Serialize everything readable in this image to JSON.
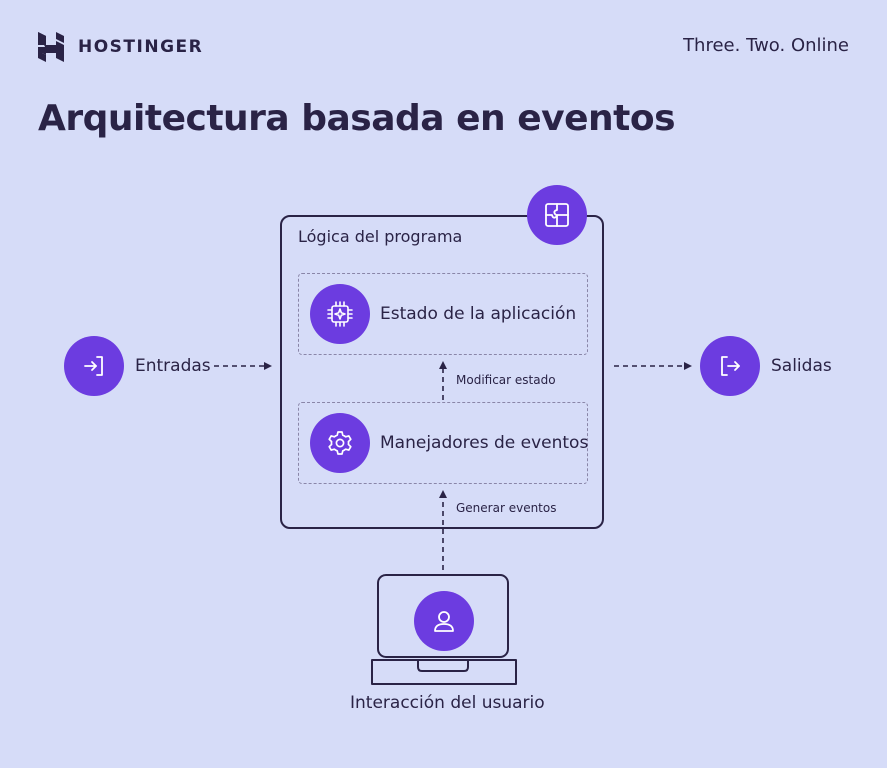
{
  "brand": {
    "name": "HOSTINGER",
    "tagline": "Three. Two. Online"
  },
  "title": "Arquitectura basada en eventos",
  "diagram": {
    "program_logic": "Lógica del programa",
    "app_state": "Estado de la aplicación",
    "event_handlers": "Manejadores de eventos",
    "inputs": "Entradas",
    "outputs": "Salidas",
    "modify_state": "Modificar estado",
    "generate_events": "Generar eventos",
    "user_interaction": "Interacción del usuario"
  },
  "colors": {
    "background": "#d6dcf8",
    "accent": "#6c3ce0",
    "text": "#2a2346"
  },
  "icons": {
    "brand": "hostinger-logo-icon",
    "program": "puzzle-icon",
    "state": "chip-sparkle-icon",
    "handlers": "gear-icon",
    "inputs": "login-arrow-icon",
    "outputs": "logout-arrow-icon",
    "user": "user-icon",
    "laptop": "laptop-icon"
  }
}
